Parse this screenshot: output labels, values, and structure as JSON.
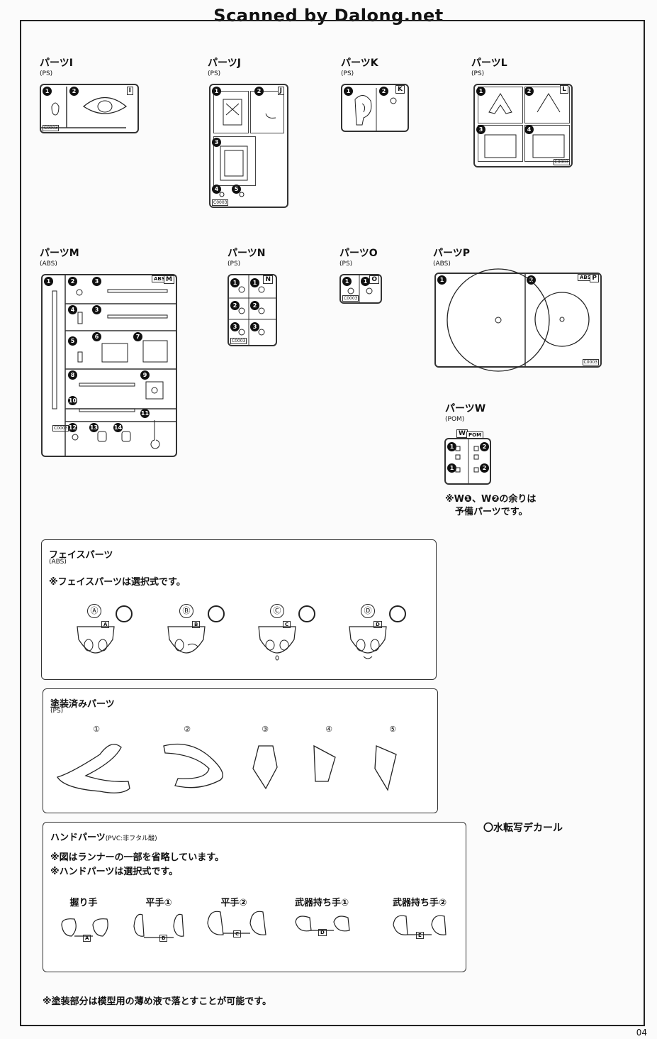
{
  "watermark": "Scanned by Dalong.net",
  "page_number": "04",
  "runners": {
    "I": {
      "label": "パーツI",
      "material": "(PS)",
      "letter": "I",
      "numbers": [
        "1",
        "2"
      ],
      "code": "C0003"
    },
    "J": {
      "label": "パーツJ",
      "material": "(PS)",
      "letter": "J",
      "numbers": [
        "1",
        "2",
        "3",
        "4",
        "5"
      ],
      "code": "C0003"
    },
    "K": {
      "label": "パーツK",
      "material": "(PS)",
      "letter": "K",
      "numbers": [
        "1",
        "2"
      ]
    },
    "L": {
      "label": "パーツL",
      "material": "(PS)",
      "letter": "L",
      "numbers": [
        "1",
        "2",
        "3",
        "4"
      ],
      "code": "C0003"
    },
    "M": {
      "label": "パーツM",
      "material": "(ABS)",
      "letter": "M",
      "abs": "ABS",
      "numbers": [
        "1",
        "2",
        "3",
        "4",
        "3",
        "5",
        "6",
        "7",
        "8",
        "9",
        "10",
        "11",
        "12",
        "13",
        "14"
      ],
      "code": "C0003"
    },
    "N": {
      "label": "パーツN",
      "material": "(PS)",
      "letter": "N",
      "numbers": [
        "1",
        "1",
        "2",
        "2",
        "3",
        "3"
      ],
      "code": "C0003"
    },
    "O": {
      "label": "パーツO",
      "material": "(PS)",
      "letter": "O",
      "numbers": [
        "1",
        "1"
      ],
      "code": "C0003"
    },
    "P": {
      "label": "パーツP",
      "material": "(ABS)",
      "letter": "P",
      "abs": "ABS",
      "numbers": [
        "1",
        "2"
      ],
      "code": "C0003"
    },
    "W": {
      "label": "パーツW",
      "material": "(POM)",
      "letter": "W",
      "pom": "POM",
      "numbers": [
        "1",
        "2",
        "1",
        "2"
      ],
      "note_line1": "※W❶、W❷の余りは",
      "note_line2": "予備パーツです。"
    }
  },
  "face_parts": {
    "title": "フェイスパーツ",
    "material": "(ABS)",
    "note": "※フェイスパーツは選択式です。",
    "options": [
      "Ⓐ",
      "Ⓑ",
      "Ⓒ",
      "Ⓓ"
    ],
    "small_tags": [
      "A",
      "B",
      "C",
      "D"
    ]
  },
  "painted_parts": {
    "title": "塗装済みパーツ",
    "material": "(PS)",
    "items": [
      "①",
      "②",
      "③",
      "④",
      "⑤"
    ]
  },
  "hand_parts": {
    "title": "ハンドパーツ",
    "material": "(PVC:非フタル酸)",
    "note1": "※図はランナーの一部を省略しています。",
    "note2": "※ハンドパーツは選択式です。",
    "hands": [
      "握り手",
      "平手①",
      "平手②",
      "武器持ち手①",
      "武器持ち手②"
    ],
    "hand_tags": [
      "A",
      "B",
      "C",
      "D",
      "E"
    ]
  },
  "decal": "〇水転写デカール",
  "footer_note": "※塗装部分は模型用の薄め液で落とすことが可能です。"
}
